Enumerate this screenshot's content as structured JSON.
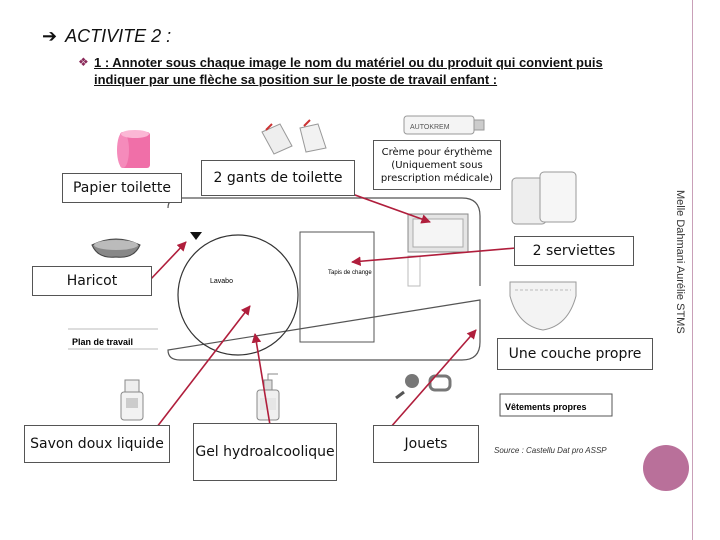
{
  "heading": {
    "arrow": "➔",
    "title": "ACTIVITE 2 :"
  },
  "instruction": {
    "bullet": "❖",
    "text": "1 : Annoter sous chaque image le nom du matériel ou du produit qui convient puis indiquer par une flèche sa position sur le poste de travail enfant :"
  },
  "labels": {
    "papier": "Papier toilette",
    "gants": "2 gants de toilette",
    "creme": "Crème pour érythème (Uniquement sous prescription médicale)",
    "serviettes": "2 serviettes",
    "haricot": "Haricot",
    "couche": "Une couche propre",
    "savon": "Savon doux liquide",
    "gel": "Gel hydroalcoolique",
    "jouets": "Jouets"
  },
  "diagram": {
    "lavabo": "Lavabo",
    "tapis": "Tapis de change",
    "plan": "Plan de travail",
    "vetements": "Vêtements propres",
    "creme_tube": "AUTOKREM"
  },
  "source": "Source : Castellu Dat pro ASSP",
  "side_credit": "Melle Dahmani Aurélie STMS",
  "colors": {
    "accent": "#b9709a",
    "arrow": "#b01e3c",
    "pink_roll": "#f06fa8"
  }
}
